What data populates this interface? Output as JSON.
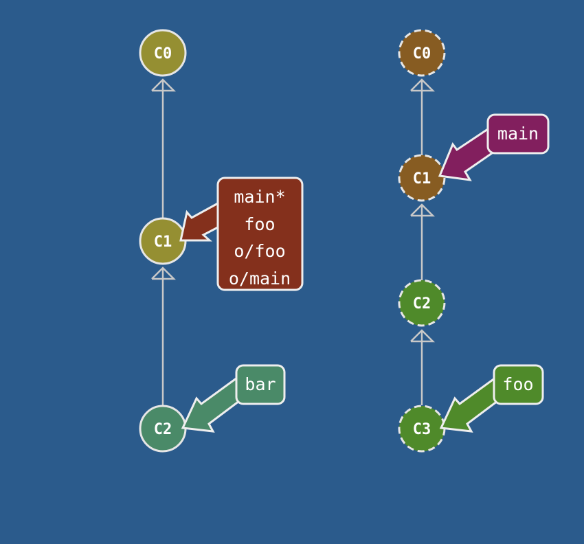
{
  "local": {
    "commits": [
      {
        "id": "C0",
        "color": "#958f32"
      },
      {
        "id": "C1",
        "color": "#958f32"
      },
      {
        "id": "C2",
        "color": "#4a8a68"
      }
    ],
    "branches": [
      {
        "lines": [
          "main*",
          "foo",
          "o/foo",
          "o/main"
        ],
        "target": "C1",
        "color": "#84301c"
      },
      {
        "lines": [
          "bar"
        ],
        "target": "C2",
        "color": "#4a8a68"
      }
    ]
  },
  "remote": {
    "commits": [
      {
        "id": "C0",
        "color": "#875c22"
      },
      {
        "id": "C1",
        "color": "#875c22"
      },
      {
        "id": "C2",
        "color": "#4f8a2a"
      },
      {
        "id": "C3",
        "color": "#4f8a2a"
      }
    ],
    "branches": [
      {
        "lines": [
          "main"
        ],
        "target": "C1",
        "color": "#821f5e"
      },
      {
        "lines": [
          "foo"
        ],
        "target": "C3",
        "color": "#4f8a2a"
      }
    ]
  }
}
